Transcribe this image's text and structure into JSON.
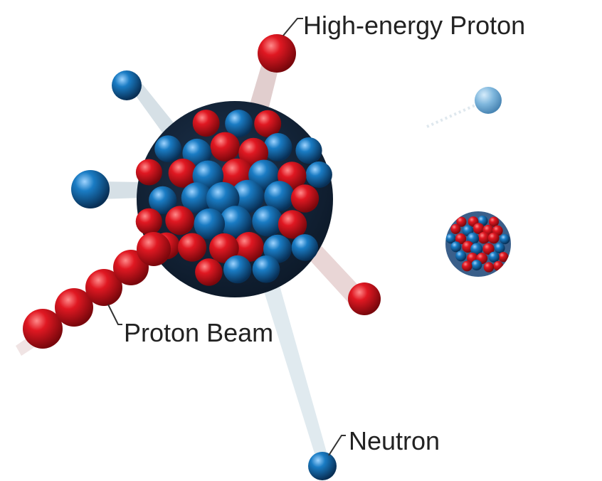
{
  "labels": {
    "high_energy_proton": "High-energy Proton",
    "proton_beam": "Proton Beam",
    "neutron": "Neutron"
  },
  "colors": {
    "proton": "#e01822",
    "proton_dark": "#8e0a10",
    "neutron": "#1a7cc4",
    "neutron_dark": "#0b3f70",
    "trail": "#d9c2c2",
    "trail_blue": "#c9d6de",
    "text": "#222222"
  },
  "particles": {
    "proton": "red-sphere",
    "neutron": "blue-sphere"
  }
}
